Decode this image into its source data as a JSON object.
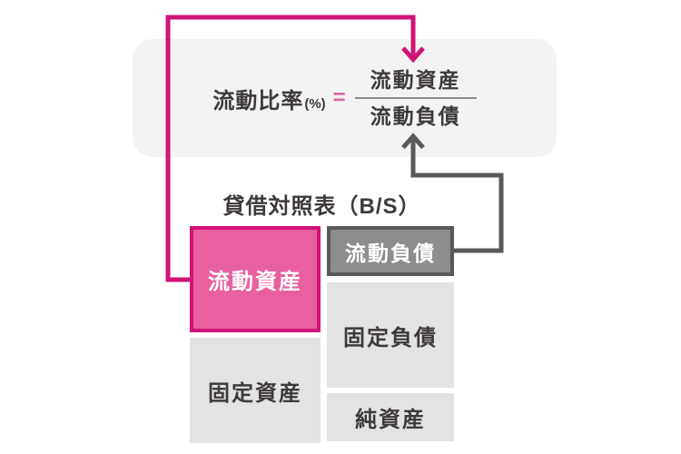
{
  "formula": {
    "label": "流動比率",
    "unit": "(%)",
    "equals": "=",
    "numerator": "流動資産",
    "denominator": "流動負債"
  },
  "balance_sheet": {
    "title": "貸借対照表（B/S）",
    "assets": [
      {
        "label": "流動資産",
        "highlighted": true
      },
      {
        "label": "固定資産",
        "highlighted": false
      }
    ],
    "liabilities": [
      {
        "label": "流動負債",
        "highlighted": true
      },
      {
        "label": "固定負債",
        "highlighted": false
      },
      {
        "label": "純資産",
        "highlighted": false
      }
    ]
  },
  "colors": {
    "accent_pink": "#d01377",
    "pink_fill": "#e8609f",
    "eq_pink": "#e0639f",
    "dark_gray": "#595959",
    "gray_fill": "#8d8d8d",
    "light_gray_fill": "#e3e3e3",
    "panel_bg": "#f3f3f3",
    "text_dark": "#3e3a39"
  }
}
